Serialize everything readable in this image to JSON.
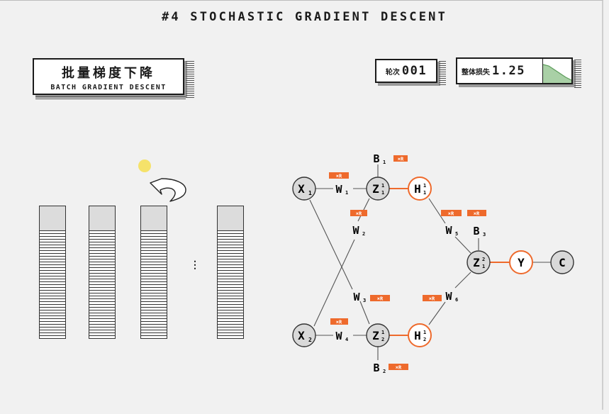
{
  "title": "#4 STOCHASTIC GRADIENT DESCENT",
  "mode": {
    "cn": "批量梯度下降",
    "en": "BATCH GRADIENT DESCENT"
  },
  "epoch": {
    "label": "轮次",
    "value": "001"
  },
  "loss": {
    "label": "整体损失",
    "value": "1.25"
  },
  "batches": {
    "ellipsis": "⋮"
  },
  "network": {
    "inputs": [
      {
        "main": "X",
        "sub": "1"
      },
      {
        "main": "X",
        "sub": "2"
      }
    ],
    "weights": [
      {
        "main": "W",
        "sub": "1"
      },
      {
        "main": "W",
        "sub": "2"
      },
      {
        "main": "W",
        "sub": "3"
      },
      {
        "main": "W",
        "sub": "4"
      },
      {
        "main": "W",
        "sub": "5"
      },
      {
        "main": "W",
        "sub": "6"
      }
    ],
    "biases": [
      {
        "main": "B",
        "sub": "1"
      },
      {
        "main": "B",
        "sub": "2"
      },
      {
        "main": "B",
        "sub": "3"
      }
    ],
    "z_nodes": [
      {
        "main": "Z",
        "sup": "1",
        "sub": "1"
      },
      {
        "main": "Z",
        "sup": "1",
        "sub": "2"
      },
      {
        "main": "Z",
        "sup": "2",
        "sub": "1"
      }
    ],
    "h_nodes": [
      {
        "main": "H",
        "sup": "1",
        "sub": "1"
      },
      {
        "main": "H",
        "sup": "1",
        "sub": "2"
      }
    ],
    "output": "Y",
    "cost": "C",
    "grad_tag": "×R"
  },
  "colors": {
    "accent": "#ee6a2c",
    "ink": "#1b1b1b",
    "node_fill": "#d9d9d9",
    "cursor": "#f5e26a"
  }
}
